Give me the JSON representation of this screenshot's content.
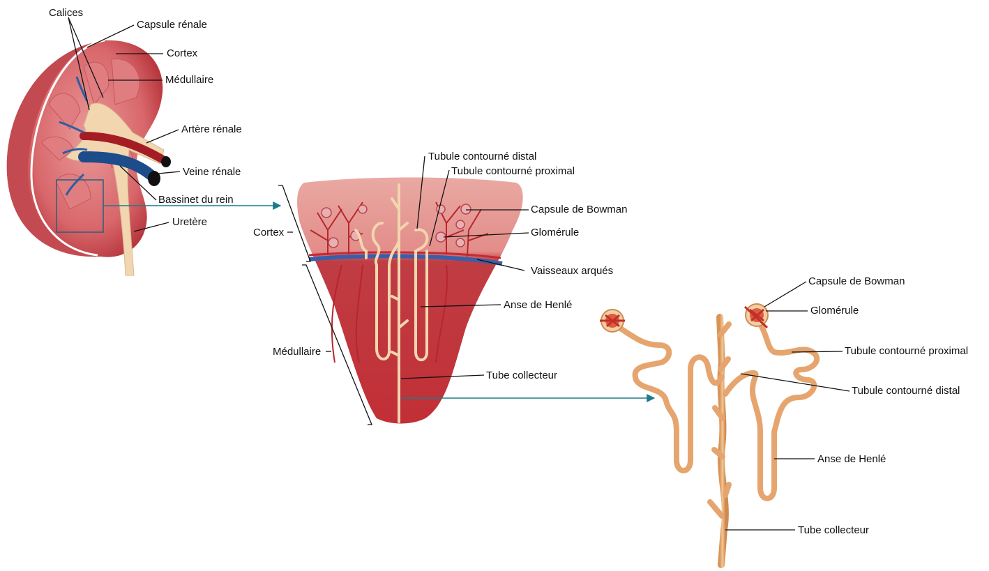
{
  "kidney": {
    "calices": "Calices",
    "capsule_renale": "Capsule rénale",
    "cortex": "Cortex",
    "medullaire": "Médullaire",
    "artere_renale": "Artère rénale",
    "veine_renale": "Veine rénale",
    "bassinet": "Bassinet du rein",
    "uretere": "Uretère"
  },
  "pyramid": {
    "tubule_distal": "Tubule contourné distal",
    "tubule_proximal": "Tubule contourné proximal",
    "capsule_bowman": "Capsule de Bowman",
    "glomerule": "Glomérule",
    "vaisseaux_arques": "Vaisseaux arqués",
    "anse_henle": "Anse de Henlé",
    "tube_collecteur": "Tube collecteur",
    "cortex": "Cortex",
    "medullaire": "Médullaire"
  },
  "nephron": {
    "capsule_bowman": "Capsule de Bowman",
    "glomerule": "Glomérule",
    "tubule_proximal": "Tubule contourné proximal",
    "tubule_distal": "Tubule contourné distal",
    "anse_henle": "Anse de Henlé",
    "tube_collecteur": "Tube collecteur"
  },
  "colors": {
    "kidney_red": "#c8474c",
    "cortex_pink": "#e8898a",
    "pelvis_cream": "#f1d6b0",
    "artery": "#a51d24",
    "vein": "#1d4c8a",
    "arrow_teal": "#1f7a8c",
    "tubule": "#e9b07a",
    "pyramid_red": "#c0393f"
  }
}
